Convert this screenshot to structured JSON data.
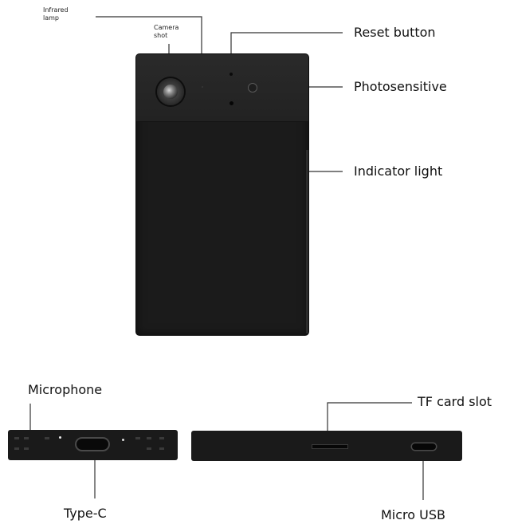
{
  "labels": {
    "infrared_lamp": "Infrared\nlamp",
    "camera_shot": "Camera\nshot",
    "reset_button": "Reset button",
    "photosensitive": "Photosensitive",
    "indicator_light": "Indicator light",
    "microphone": "Microphone",
    "type_c": "Type-C",
    "tf_card_slot": "TF card slot",
    "micro_usb": "Micro USB"
  },
  "colors": {
    "device_body": "#1b1b1b",
    "leader_line": "#333333",
    "background": "#ffffff"
  }
}
